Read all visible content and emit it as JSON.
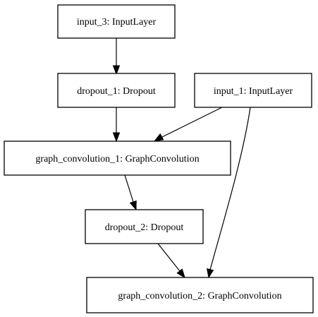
{
  "diagram": {
    "nodes": [
      {
        "id": "input_3",
        "label": "input_3: InputLayer"
      },
      {
        "id": "dropout_1",
        "label": "dropout_1: Dropout"
      },
      {
        "id": "input_1",
        "label": "input_1: InputLayer"
      },
      {
        "id": "graph_convolution_1",
        "label": "graph_convolution_1: GraphConvolution"
      },
      {
        "id": "dropout_2",
        "label": "dropout_2: Dropout"
      },
      {
        "id": "graph_convolution_2",
        "label": "graph_convolution_2: GraphConvolution"
      }
    ],
    "edges": [
      {
        "from": "input_3",
        "to": "dropout_1"
      },
      {
        "from": "dropout_1",
        "to": "graph_convolution_1"
      },
      {
        "from": "input_1",
        "to": "graph_convolution_1"
      },
      {
        "from": "graph_convolution_1",
        "to": "dropout_2"
      },
      {
        "from": "dropout_2",
        "to": "graph_convolution_2"
      },
      {
        "from": "input_1",
        "to": "graph_convolution_2"
      }
    ],
    "colors": {
      "stroke": "#000000",
      "fill": "#ffffff",
      "text": "#000000"
    }
  }
}
